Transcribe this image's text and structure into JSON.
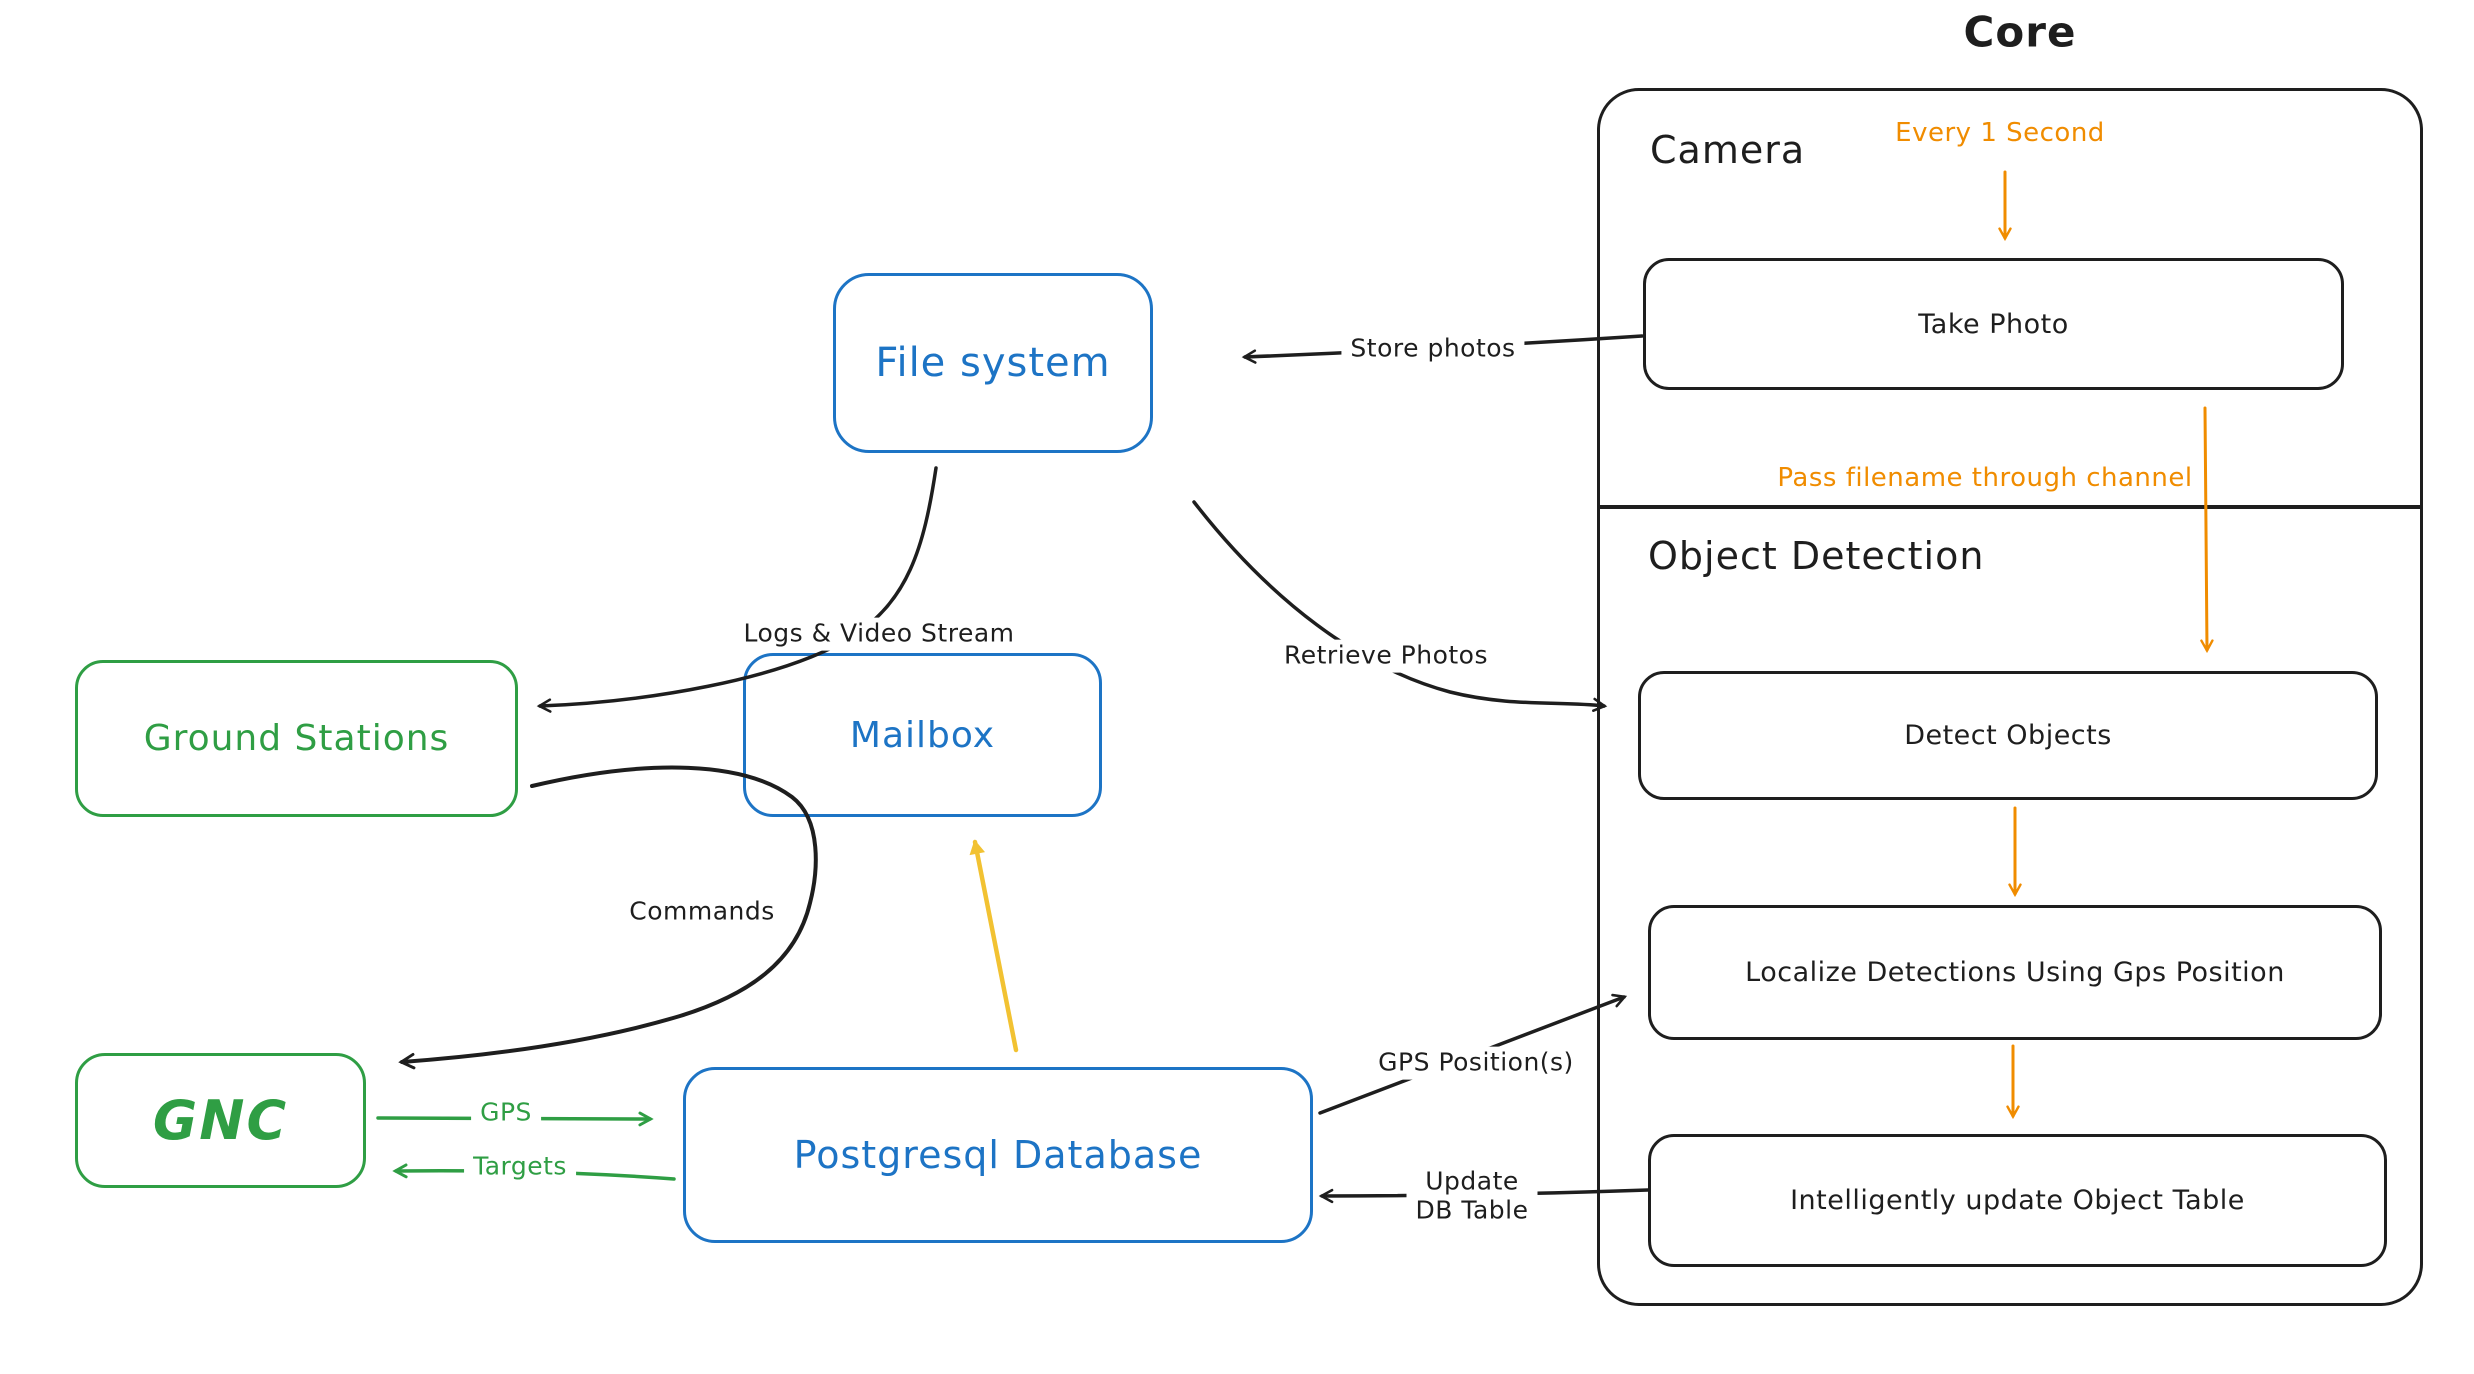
{
  "diagram": {
    "core": {
      "title": "Core",
      "camera_section": "Camera",
      "object_detection_section": "Object Detection",
      "steps": {
        "take_photo": "Take Photo",
        "detect_objects": "Detect Objects",
        "localize": "Localize Detections Using Gps Position",
        "update_table": "Intelligently update Object Table"
      }
    },
    "nodes": {
      "file_system": "File system",
      "mailbox": "Mailbox",
      "ground_stations": "Ground Stations",
      "gnc": "GNC",
      "postgres": "Postgresql Database"
    },
    "edge_labels": {
      "every_second": "Every 1 Second",
      "pass_filename": "Pass filename through channel",
      "store_photos": "Store photos",
      "retrieve_photos": "Retrieve Photos",
      "logs_video": "Logs & Video Stream",
      "commands": "Commands",
      "gps": "GPS",
      "targets": "Targets",
      "gps_positions": "GPS Position(s)",
      "update_db_line1": "Update",
      "update_db_line2": "DB Table"
    },
    "colors": {
      "ink": "#1e1e1e",
      "blue": "#1d74c5",
      "green": "#2f9e44",
      "orange": "#f08c00",
      "yellow": "#f2c232"
    }
  }
}
